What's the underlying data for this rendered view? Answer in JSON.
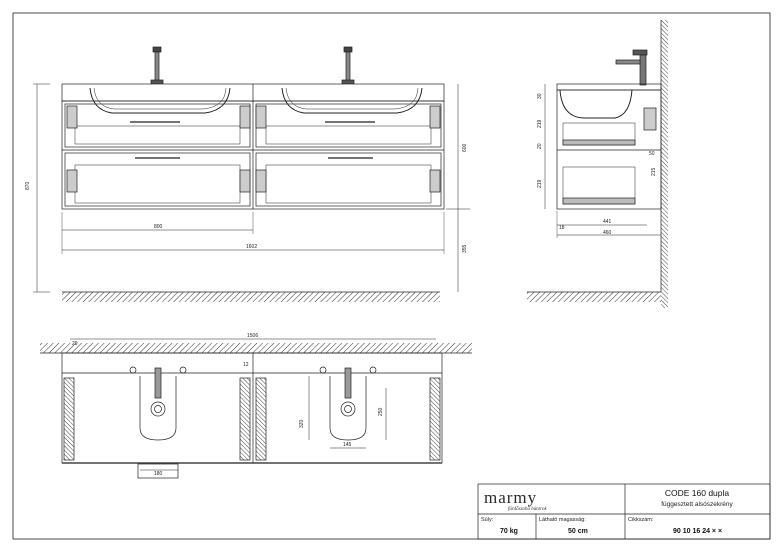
{
  "drawing": {
    "front_view": {
      "dims": {
        "total_height": "870",
        "cabinet_height": "600",
        "lower_gap": "355",
        "half_width": "800",
        "total_width": "1602"
      }
    },
    "side_view": {
      "dims": {
        "top": "30",
        "drawer1": "219",
        "gap": "20",
        "drawer2": "219",
        "right_50": "50",
        "right_215": "215",
        "depth_inner": "441",
        "depth_total": "460",
        "offset": "18"
      }
    },
    "top_view": {
      "dims": {
        "overall": "1506",
        "basin_depth": "320",
        "bowl_depth": "250",
        "bowl_width": "145",
        "handle": "180",
        "pipe": "29",
        "small": "12"
      }
    }
  },
  "title_block": {
    "brand": "marmy",
    "brand_sub": "fürdőszoba bútorok",
    "title": "CODE 160 dupla",
    "subtitle": "függesztett alsószekrény",
    "weight_label": "Súly:",
    "weight_value": "70 kg",
    "visible_height_label": "Látható magasság:",
    "visible_height_value": "50 cm",
    "article_label": "Cikkszám:",
    "article_value": "90 10 16 24 × ×"
  }
}
